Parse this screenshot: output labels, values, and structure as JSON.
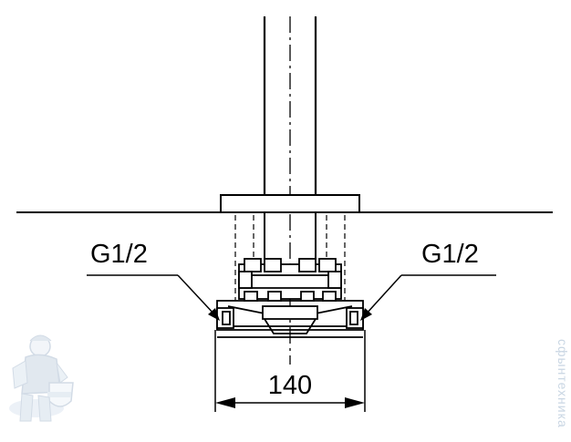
{
  "labels": {
    "connection_left": "G1/2",
    "connection_right": "G1/2",
    "dimension_width": "140"
  },
  "watermark": {
    "vertical_text": "сфынтехника"
  },
  "colors": {
    "line": "#000000",
    "background": "#ffffff",
    "watermark": "#c9d6e3"
  }
}
